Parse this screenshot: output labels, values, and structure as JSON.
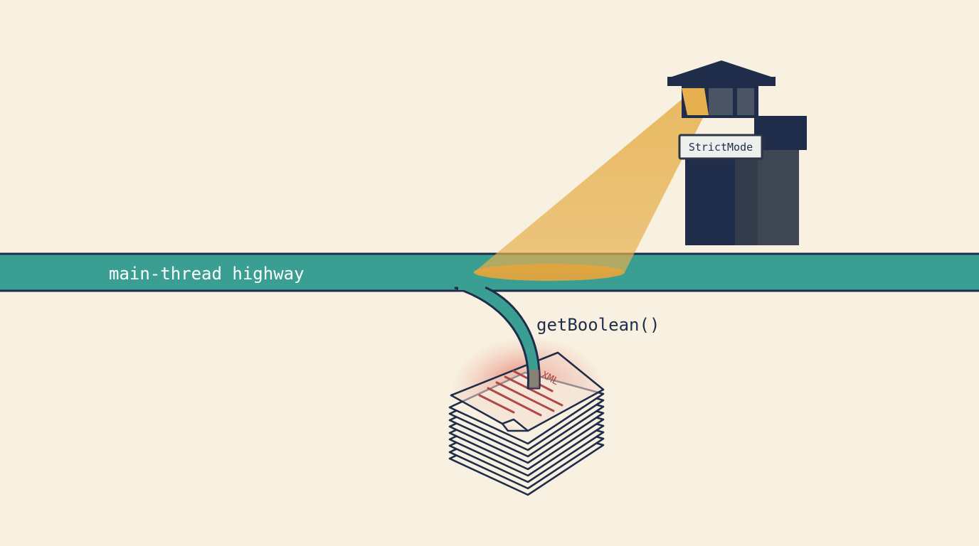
{
  "highway": {
    "label": "main-thread highway"
  },
  "tower": {
    "sign": "StrictMode"
  },
  "call": {
    "label": "getBoolean()"
  },
  "file": {
    "label": "XML"
  },
  "colors": {
    "background": "#f8f1e1",
    "highway": "#3a9e93",
    "outline": "#1f2d4a",
    "spotlight": "#e6b04e",
    "hotspot": "#d84a4a"
  }
}
